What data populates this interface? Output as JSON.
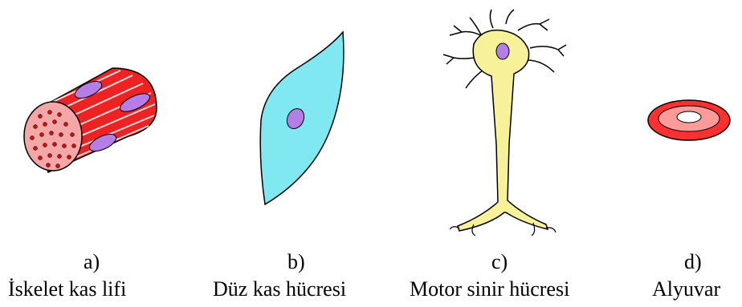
{
  "cells": [
    {
      "letter": "a)",
      "name": "İskelet kas lifi",
      "icon": "skeletal-muscle-fiber"
    },
    {
      "letter": "b)",
      "name": "Düz kas hücresi",
      "icon": "smooth-muscle-cell"
    },
    {
      "letter": "c)",
      "name": "Motor sinir hücresi",
      "icon": "motor-neuron"
    },
    {
      "letter": "d)",
      "name": "Alyuvar",
      "icon": "red-blood-cell"
    }
  ],
  "colors": {
    "muscle_red": "#ee2222",
    "muscle_pink": "#f5a6a6",
    "nucleus_purple": "#b57ee6",
    "smooth_cyan": "#7fe8f0",
    "neuron_yellow": "#f7f29a",
    "rbc_red": "#ff3030",
    "rbc_pink": "#ff9a9a"
  }
}
